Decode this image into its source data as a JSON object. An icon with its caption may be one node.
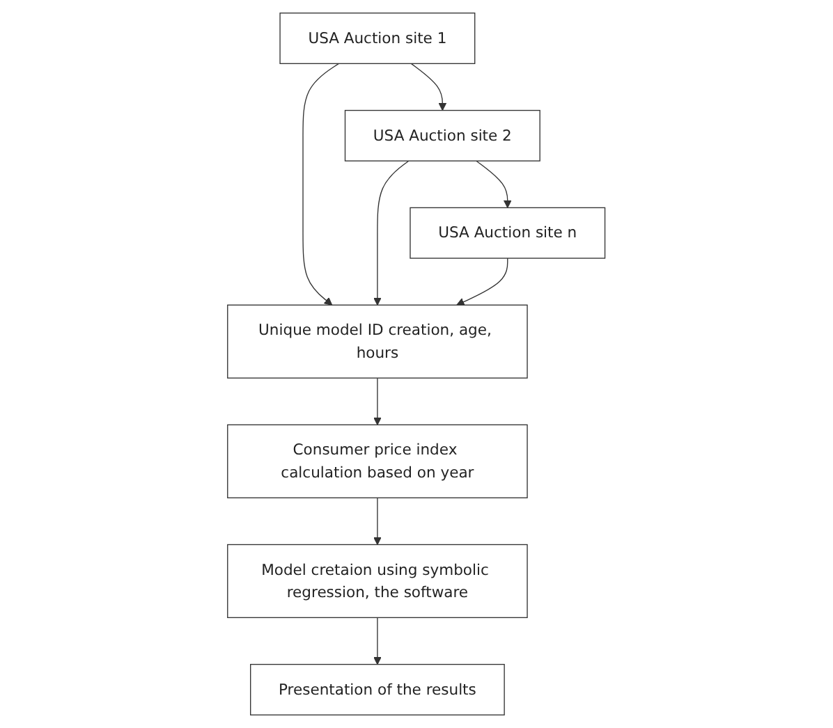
{
  "diagram": {
    "nodes": [
      {
        "text": [
          "USA Auction site 1"
        ]
      },
      {
        "text": [
          "USA Auction site 2"
        ]
      },
      {
        "text": [
          "USA Auction site n"
        ]
      },
      {
        "text": [
          "Unique model ID creation, age, hours"
        ]
      },
      {
        "text": [
          "Consumer price index calculation based on year"
        ]
      },
      {
        "text": [
          "Model cretaion using symbolic regression, the software"
        ]
      },
      {
        "text": [
          "Presentation of the results"
        ]
      }
    ],
    "edges": [
      {
        "from": 0,
        "to": 1,
        "arrow": "to"
      },
      {
        "from": 1,
        "to": 2,
        "arrow": "to"
      },
      {
        "from": 0,
        "to": 3,
        "arrow": "to"
      },
      {
        "from": 1,
        "to": 3,
        "arrow": "to"
      },
      {
        "from": 2,
        "to": 3,
        "arrow": "to"
      },
      {
        "from": 3,
        "to": 4,
        "arrow": "to"
      },
      {
        "from": 4,
        "to": 5,
        "arrow": "to"
      },
      {
        "from": 5,
        "to": 6,
        "arrow": "to"
      }
    ]
  }
}
